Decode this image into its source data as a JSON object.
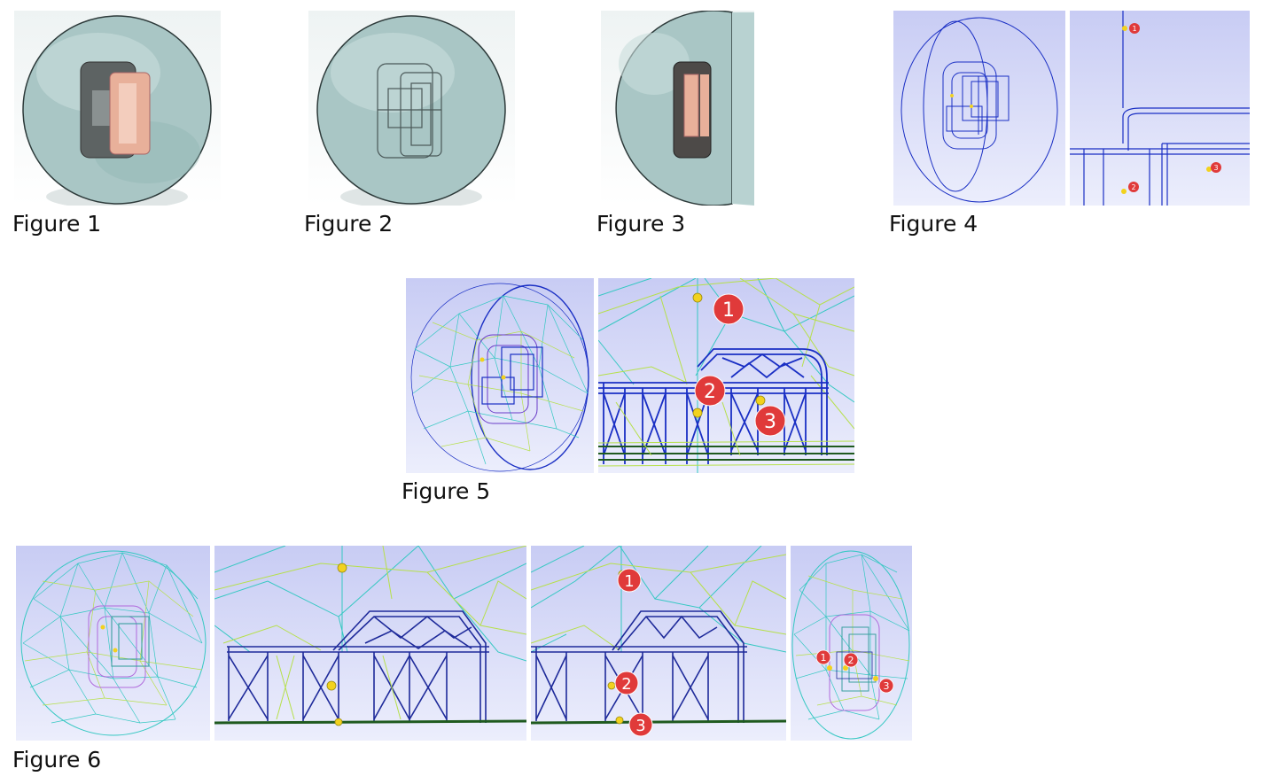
{
  "captions": {
    "fig1": "Figure 1",
    "fig2": "Figure 2",
    "fig3": "Figure 3",
    "fig4": "Figure 4",
    "fig5": "Figure 5",
    "fig6": "Figure 6"
  },
  "markers": {
    "one": "1",
    "two": "2",
    "three": "3"
  },
  "colors": {
    "sphere": "#9fbfbe",
    "core": "#5d6363",
    "coil": "#e8b09a",
    "wire_blue": "#1a2fc4",
    "wire_green": "#b6e04a",
    "wire_cyan": "#35c8c2",
    "marker_red": "#e03a3a",
    "probe_yellow": "#f2d21e"
  }
}
